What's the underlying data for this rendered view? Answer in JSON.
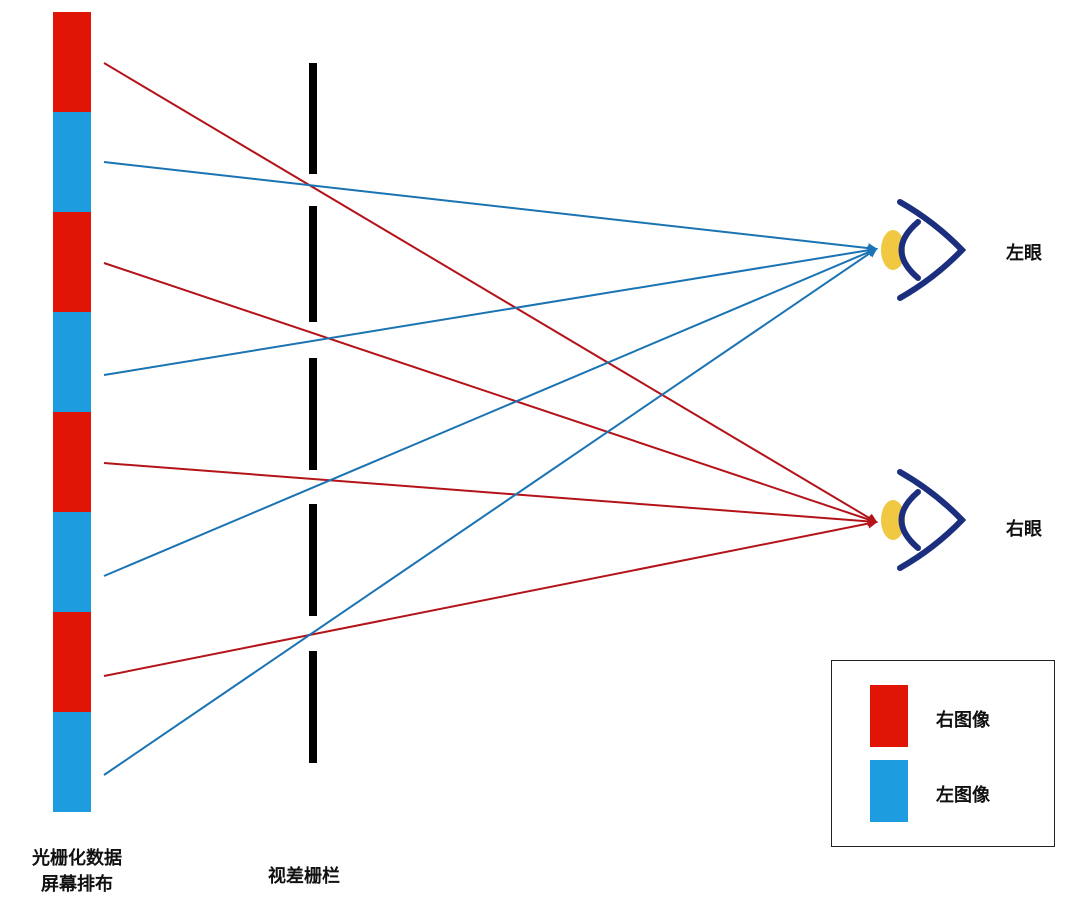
{
  "labels": {
    "screen_line1": "光栅化数据",
    "screen_line2": "屏幕排布",
    "barrier": "视差栅栏",
    "left_eye": "左眼",
    "right_eye": "右眼"
  },
  "legend": [
    {
      "label": "右图像",
      "color": "#e01506"
    },
    {
      "label": "左图像",
      "color": "#1d9ddf"
    }
  ],
  "colors": {
    "right_image": "#e01506",
    "left_image": "#1d9ddf",
    "right_ray": "#b31319",
    "left_ray": "#1a73b3",
    "barrier": "#000000",
    "eye_outline": "#1c2f7e",
    "eye_iris": "#f1c842"
  },
  "screen_strips": [
    "right",
    "left",
    "right",
    "left",
    "right",
    "left",
    "right",
    "left"
  ],
  "rays": [
    {
      "image": "right",
      "from_strip": 0,
      "to_eye": "right"
    },
    {
      "image": "left",
      "from_strip": 1,
      "to_eye": "left"
    },
    {
      "image": "right",
      "from_strip": 2,
      "to_eye": "right"
    },
    {
      "image": "left",
      "from_strip": 3,
      "to_eye": "left"
    },
    {
      "image": "right",
      "from_strip": 4,
      "to_eye": "right"
    },
    {
      "image": "left",
      "from_strip": 5,
      "to_eye": "left"
    },
    {
      "image": "right",
      "from_strip": 6,
      "to_eye": "right"
    },
    {
      "image": "left",
      "from_strip": 7,
      "to_eye": "left"
    }
  ],
  "barrier_segments": 5,
  "icons": [
    "eye-icon",
    "eye-icon"
  ]
}
